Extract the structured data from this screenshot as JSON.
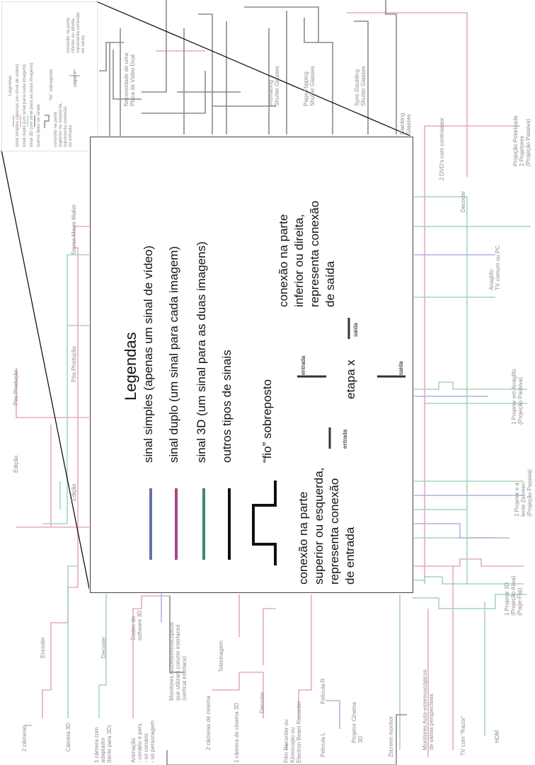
{
  "colors": {
    "simple": "#6470a8",
    "double": "#a04a86",
    "d3": "#3d8a66",
    "other": "#111111",
    "pink_wire": "#e8a8c6",
    "green_wire": "#a8d4c0",
    "blue_wire": "#b4b4dc",
    "gray_wire": "#8c8c8c"
  },
  "bottom_labels": {
    "two_cameras": "2 câmeras",
    "camera_3d": "Câmera 3D",
    "one_camera_adapter": "1 câmera com\nadaptador\n(lente para 3D)",
    "animation": "Animação\n- cenário e pers.\n- só cenário\n- só personagem",
    "two_cinema_cameras": "2 câmeras de cinema",
    "one_cinema_camera_3d": "1 câmera de cinema 3D",
    "film_recorder": "Film Recorder ou\nKinescopio ou\nElectron Beam Recorder",
    "pelicula_l": "Película L",
    "pelicula_r": "Película R",
    "projetor_cinema_3d": "Projetor Cinema\n3D",
    "zscreen_monitor": "Zscreen monitor",
    "auto_stereo": "Monitores Auto-estereoscópicos\nde várias perspectivas",
    "tv_razor": "TV com \"Razor\"",
    "hdm": "HDM",
    "monitores_line_interlaced": "Monitores Autoestereoscópicos\nque utilizam column interlaced\n(vertical interlace)"
  },
  "mid_labels": {
    "encoder": "Encoder",
    "decoder_left": "Decoder",
    "codec": "Codec do\nsoftware 3D",
    "telecinagem": "Telecinagem",
    "decoder_cinema": "Decoder",
    "edicao_outer": "Edição",
    "pos_producao_outer": "Pós-Produção",
    "edicao_inner": "Edição",
    "pos_producao_inner": "Pós-Produção",
    "stereo_movie_maker": "Stereo Movie Maker",
    "necessidade": "Necessidade de uma\nPlaca de Vídeo Dual",
    "interlacing": "Interlacing\nShutter Glasses",
    "page_flipping": "Page Flipping\nShutter Glasses",
    "sync_doubling": "Sync-Doubling\nShutter Glasses",
    "blanking": "Blanking\nGlasses"
  },
  "right_labels": {
    "dvds": "2 DVD's com controlador",
    "decoder_right": "Decoder",
    "projecao_polarizada": "Projeção Polarizada\n2 Projetores\n(Projeção Passiva)",
    "anaglifo": "Anaglifo\nTV comum ou PC",
    "projetor_anaglifo": "1 Projetor em Anáglifo\n(Projeção Passiva)",
    "projetor_zscreen": "1 Projetor e a\nlente Zscreen\n(Projeção Passiva)",
    "projetor_3d": "1 Projetor 3D\n(Projeção Ativa)\n(Page-Flip)"
  },
  "legend": {
    "title": "Legendas",
    "simple": "sinal simples (apenas um sinal de vídeo)",
    "double": "sinal duplo (um sinal para cada imagem)",
    "d3": "sinal 3D (um sinal para as duas imagens)",
    "other": "outros tipos de sinais",
    "overlap": "“fio” sobreposto",
    "input_note": "conexão na parte\nsuperior ou esquerda,\nrepresenta conexão\nde entrada",
    "output_note": "conexão na parte\ninferior ou direita,\nrepresenta conexão\nde saída",
    "step": "etapa x",
    "entrada": "entrada",
    "saida": "saída"
  },
  "mini_legend": {
    "title": "Legendas",
    "simple": "sinal simples (apenas um sinal de vídeo)",
    "double": "sinal duplo (um sinal para cada imagem)",
    "d3": "sinal 3D (um sinal para as duas imagens)",
    "other": "outros tipos de sinais",
    "overlap": "\"fio\" sobreposto",
    "input_note": "conexão na parte\nsuperior ou esquerda,\nrepresenta conexão\nde entrada",
    "output_note": "conexão na parte\ninferior ou direita,\nrepresenta conexão\nde saída",
    "step": "etapa x"
  }
}
